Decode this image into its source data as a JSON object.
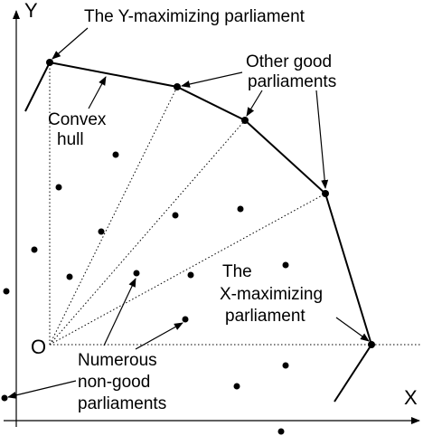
{
  "labels": {
    "y_axis": "Y",
    "x_axis": "X",
    "origin": "O",
    "y_max": "The Y-maximizing parliament",
    "other_good_1": "Other good",
    "other_good_2": "parliaments",
    "convex_1": "Convex",
    "convex_2": "hull",
    "x_max_1": "The",
    "x_max_2": "X-maximizing",
    "x_max_3": "parliament",
    "nongood_1": "Numerous",
    "nongood_2": "non-good",
    "nongood_3": "parliaments"
  }
}
